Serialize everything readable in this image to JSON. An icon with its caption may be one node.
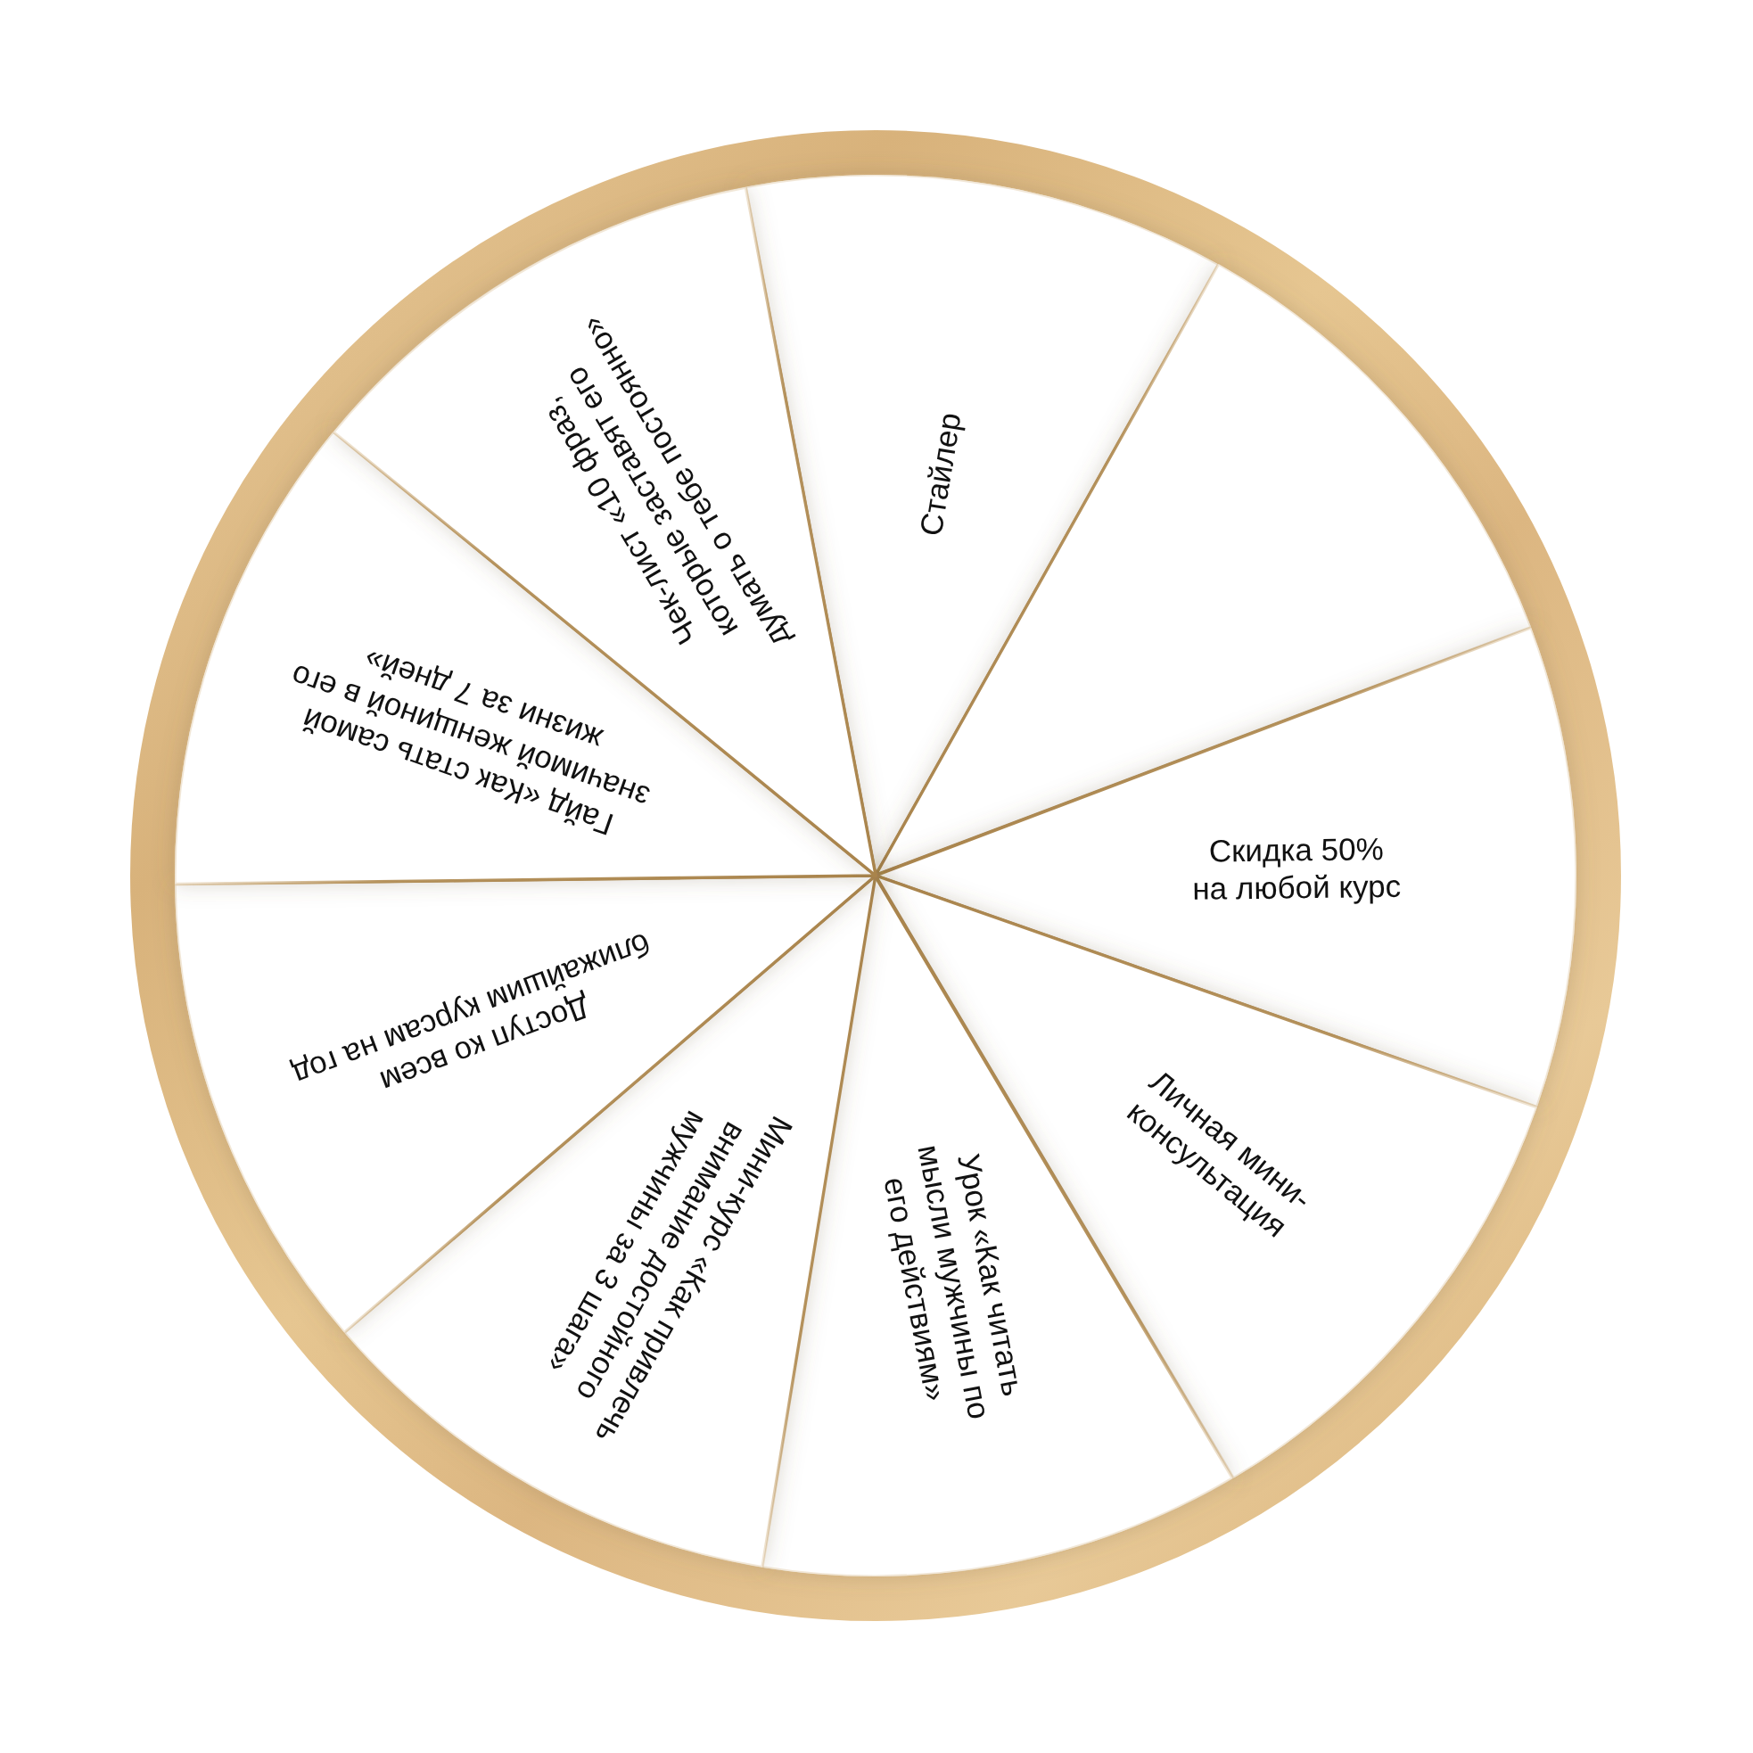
{
  "diagram": {
    "nodes": [
      {
        "text": [
          "Стайлер"
        ]
      },
      {
        "text": [],
        "shape": "sector"
      },
      {
        "text": [
          "Скидка 50% на любой курс"
        ]
      },
      {
        "text": [
          "Личная мини-консультация"
        ]
      },
      {
        "text": [
          "Урок «Как читать мысли мужчины по его действиям»"
        ]
      },
      {
        "text": [
          "Мини-курс «Как привлечь внимание достойного мужчины за 3 шага»"
        ]
      },
      {
        "text": [
          "Доступ ко всем ближайшим курсам на год"
        ]
      },
      {
        "text": [
          "Гайд «Как стать самой значимой женщиной в его жизни за 7 дней»"
        ]
      },
      {
        "text": [
          "Чек-лист «10 фраз, которые заставят его думать о тебе постоянно»"
        ]
      }
    ]
  }
}
